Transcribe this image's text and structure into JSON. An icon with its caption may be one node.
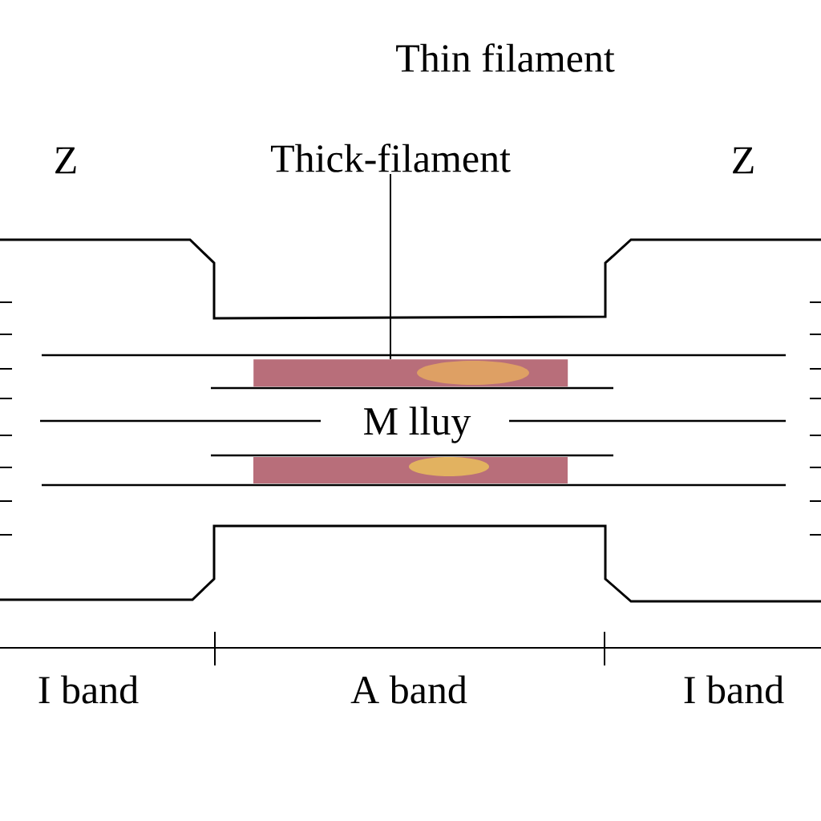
{
  "diagram": {
    "nodes": [
      {
        "text": [
          "Thick-filament"
        ]
      },
      {
        "text": [],
        "shape": "bar"
      }
    ],
    "edges": [
      {
        "from": 0,
        "to": 1,
        "arrow": "none"
      }
    ],
    "labels": [
      "Thin filament",
      "Z",
      "Z",
      "M lluy",
      "I band",
      "A band",
      "I band"
    ]
  }
}
